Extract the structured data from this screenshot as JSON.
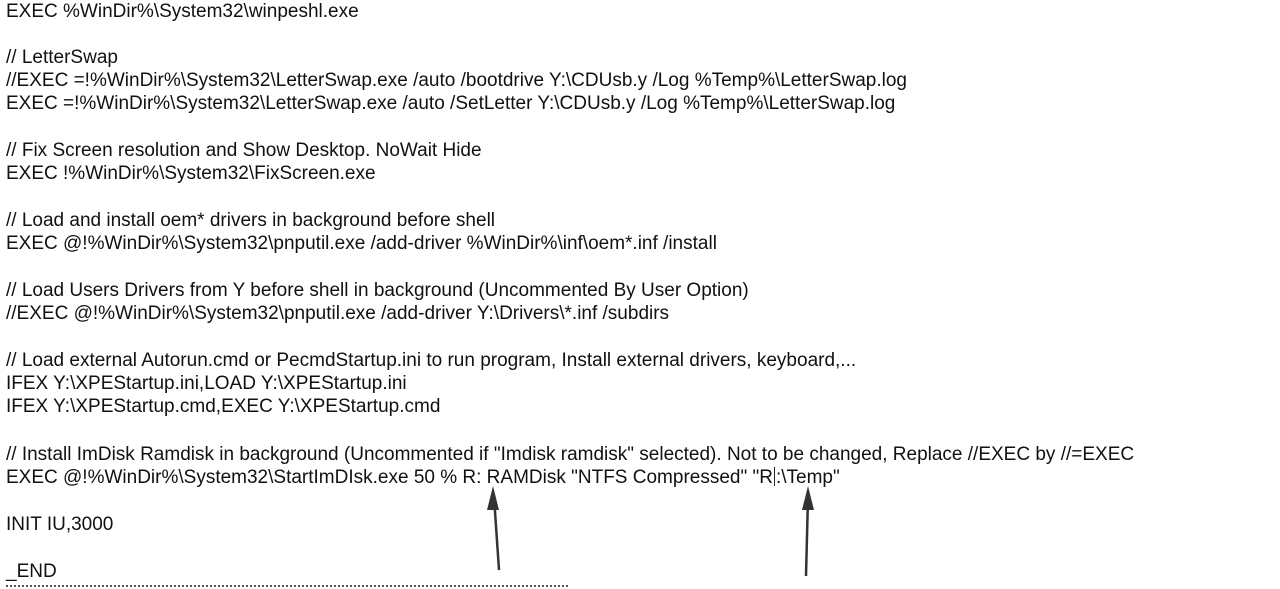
{
  "lines": [
    "EXEC %WinDir%\\System32\\winpeshl.exe",
    "// LetterSwap",
    "//EXEC =!%WinDir%\\System32\\LetterSwap.exe /auto /bootdrive Y:\\CDUsb.y /Log %Temp%\\LetterSwap.log",
    "EXEC =!%WinDir%\\System32\\LetterSwap.exe /auto /SetLetter Y:\\CDUsb.y /Log %Temp%\\LetterSwap.log",
    "// Fix Screen resolution and Show Desktop. NoWait Hide",
    "EXEC !%WinDir%\\System32\\FixScreen.exe",
    "// Load and install oem* drivers in background before shell",
    "EXEC @!%WinDir%\\System32\\pnputil.exe /add-driver %WinDir%\\inf\\oem*.inf /install",
    "// Load Users Drivers from Y before shell in background (Uncommented By User Option)",
    "//EXEC @!%WinDir%\\System32\\pnputil.exe /add-driver Y:\\Drivers\\*.inf /subdirs",
    "// Load external Autorun.cmd or PecmdStartup.ini to run program, Install external drivers, keyboard,...",
    "IFEX Y:\\XPEStartup.ini,LOAD Y:\\XPEStartup.ini",
    "IFEX Y:\\XPEStartup.cmd,EXEC Y:\\XPEStartup.cmd",
    "// Install ImDisk Ramdisk in background (Uncommented if \"Imdisk ramdisk\" selected). Not to be changed, Replace //EXEC by //=EXEC",
    "INIT IU,3000",
    "_END"
  ],
  "caret_line": {
    "before_caret": "EXEC @!%WinDir%\\System32\\StartImDIsk.exe 50 % R: RAMDisk \"NTFS Compressed\" \"R",
    "after_caret": ":\\Temp\""
  }
}
